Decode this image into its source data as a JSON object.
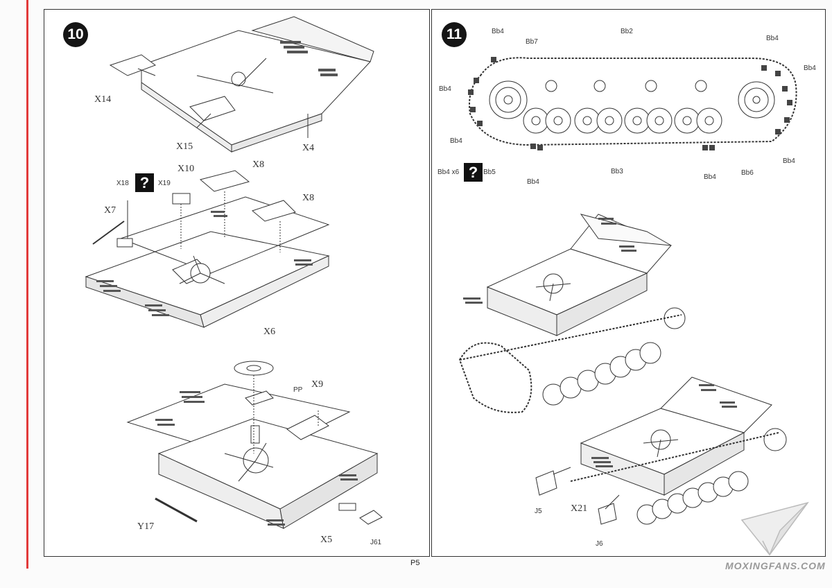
{
  "page": {
    "number": "P5"
  },
  "step10": {
    "number": "10",
    "labels": {
      "x14": "X14",
      "x15": "X15",
      "x4": "X4",
      "x18": "X18",
      "x19": "X19",
      "x10": "X10",
      "x8a": "X8",
      "x8b": "X8",
      "x7": "X7",
      "x6": "X6",
      "pp": "PP",
      "x9": "X9",
      "y17": "Y17",
      "x5": "X5",
      "j61": "J61"
    },
    "optional_mark": "?"
  },
  "step11": {
    "number": "11",
    "labels": {
      "bb4_tl": "Bb4",
      "bb7": "Bb7",
      "bb2": "Bb2",
      "bb4_tr": "Bb4",
      "bb4_r": "Bb4",
      "bb4_l1": "Bb4",
      "bb4_l2": "Bb4",
      "bb4x6": "Bb4 x6",
      "bb5": "Bb5",
      "bb4_b1": "Bb4",
      "bb3": "Bb3",
      "bb4_b2": "Bb4",
      "bb6": "Bb6",
      "bb4_br": "Bb4",
      "j5": "J5",
      "x21": "X21",
      "j6": "J6"
    },
    "optional_mark": "?"
  },
  "watermark": {
    "text": "MOXINGFANS.COM"
  }
}
